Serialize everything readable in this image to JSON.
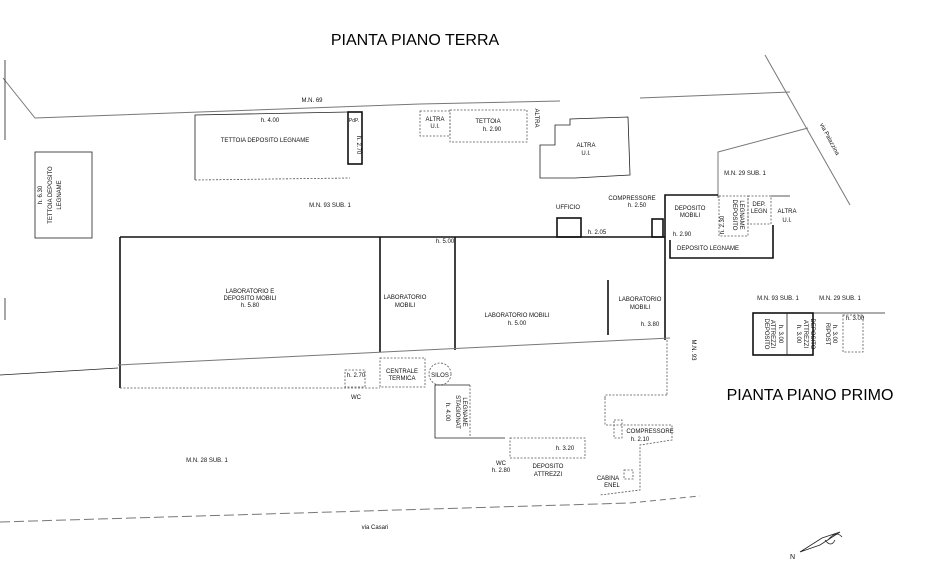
{
  "titles": {
    "ground_floor": "PIANTA PIANO TERRA",
    "first_floor": "PIANTA PIANO PRIMO"
  },
  "parcels": {
    "mn69": "M.N. 69",
    "mn93_sub1": "M.N. 93 SUB. 1",
    "mn28_sub1": "M.N. 28 SUB. 1",
    "mn29_sub1": "M.N. 29 SUB. 1",
    "mn93": "M.N. 93"
  },
  "streets": {
    "via_casari": "via Casari",
    "via_palazzina": "via Palazzina"
  },
  "rooms": {
    "tettoia_top": {
      "name": "TETTOIA DEPOSITO LEGNAME",
      "height": "h. 4.00"
    },
    "pdp": {
      "name": "PdP.",
      "height": "h. 2.70"
    },
    "tettoia_left": {
      "name1": "TETTOIA DEPOSITO",
      "name2": "LEGNAME",
      "height": "h. 6.30"
    },
    "altra_ui": "ALTRA",
    "altra_ui2": "U.I.",
    "tettoia": {
      "name": "TETTOIA",
      "height": "h. 2.90"
    },
    "lab_deposito": {
      "line1": "LABORATORIO E",
      "line2": "DEPOSITO MOBILI",
      "height": "h. 5.80"
    },
    "lab_mobili_1": {
      "line1": "LABORATORIO",
      "line2": "MOBILI"
    },
    "lab_mobili_2": {
      "name": "LABORATORIO MOBILI",
      "height": "h. 5.00"
    },
    "lab_mobili_3": {
      "line1": "LABORATORIO",
      "line2": "MOBILI",
      "height": "h. 3.80"
    },
    "main_height": "h. 5.00",
    "ufficio": {
      "name": "UFFICIO",
      "height": "h. 2.05"
    },
    "compressore_top": {
      "name": "COMPRESSORE",
      "height": "h. 2.50"
    },
    "deposito_mobili": {
      "line1": "DEPOSITO",
      "line2": "MOBILI",
      "height": "h. 2.90"
    },
    "deposito_legname_v": {
      "line1": "DEPOSITO",
      "line2": "LEGNAME",
      "height": "h. 2.30"
    },
    "dep_legn": {
      "line1": "DEP.",
      "line2": "LEGN"
    },
    "deposito_legname": "DEPOSITO LEGNAME",
    "centrale_termica": {
      "line1": "CENTRALE",
      "line2": "TERMICA"
    },
    "silos": "SILOS",
    "wc_left": {
      "name": "WC",
      "height": "h. 2.70"
    },
    "stagionat": {
      "line1": "STAGIONAT",
      "line2": "LEGNAME",
      "height": "h. 4.00"
    },
    "wc_bottom": {
      "name": "WC",
      "height": "h. 2.80"
    },
    "deposito_attrezzi": {
      "line1": "DEPOSITO",
      "line2": "ATTREZZI",
      "height": "h. 3.20"
    },
    "compressore_bottom": {
      "name": "COMPRESSORE",
      "height": "h. 2.10"
    },
    "cabina_enel": {
      "line1": "CABINA",
      "line2": "ENEL"
    }
  },
  "first_floor": {
    "dep_attrezzi_1": {
      "line1": "DEPOSITO",
      "line2": "ATTREZZI",
      "height": "h. 3.00"
    },
    "dep_attrezzi_2": {
      "line1": "DEPOSITO",
      "line2": "ATTREZZI",
      "height": "h. 3.00"
    },
    "ripost": {
      "name": "RIPOST",
      "height": "h. 3.00"
    },
    "open_height": "h. 3.00"
  },
  "north_label": "N"
}
